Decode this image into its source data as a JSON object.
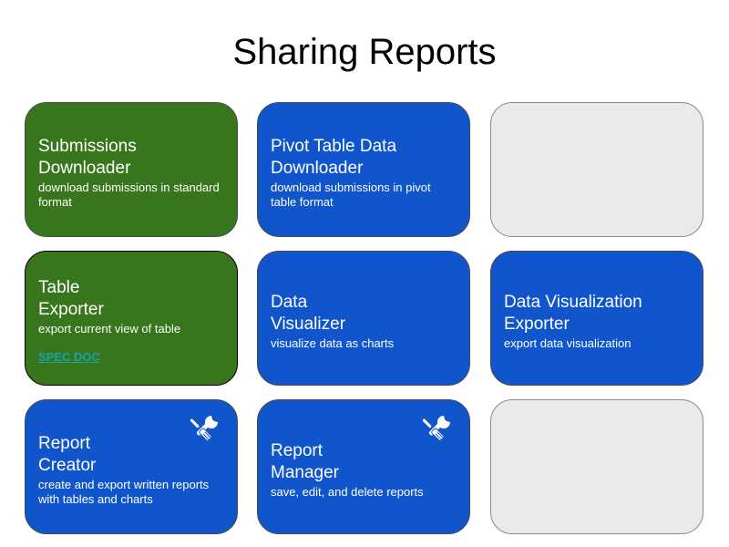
{
  "page": {
    "title": "Sharing Reports"
  },
  "cards": [
    {
      "title_line1": "Submissions",
      "title_line2": "Downloader",
      "description": "download submissions in standard format",
      "color": "#38761d"
    },
    {
      "title_line1": "Pivot Table Data",
      "title_line2": "Downloader",
      "description": "download submissions in pivot table format",
      "color": "#1155cc"
    },
    {
      "title_line1": "Table",
      "title_line2": "Exporter",
      "description": "export current view of table",
      "link": "SPEC DOC",
      "color": "#38761d"
    },
    {
      "title_line1": "Data",
      "title_line2": "Visualizer",
      "description": "visualize data as charts",
      "color": "#1155cc"
    },
    {
      "title_line1": "Data Visualization",
      "title_line2": "Exporter",
      "description": "export data visualization",
      "color": "#1155cc"
    },
    {
      "title_line1": "Report",
      "title_line2": "Creator",
      "description": "create and export written reports with tables and charts",
      "icon": "tools-icon",
      "color": "#1155cc"
    },
    {
      "title_line1": "Report",
      "title_line2": "Manager",
      "description": "save, edit, and delete reports",
      "icon": "tools-icon",
      "color": "#1155cc"
    }
  ],
  "empty_card_color": "#eaeaea"
}
